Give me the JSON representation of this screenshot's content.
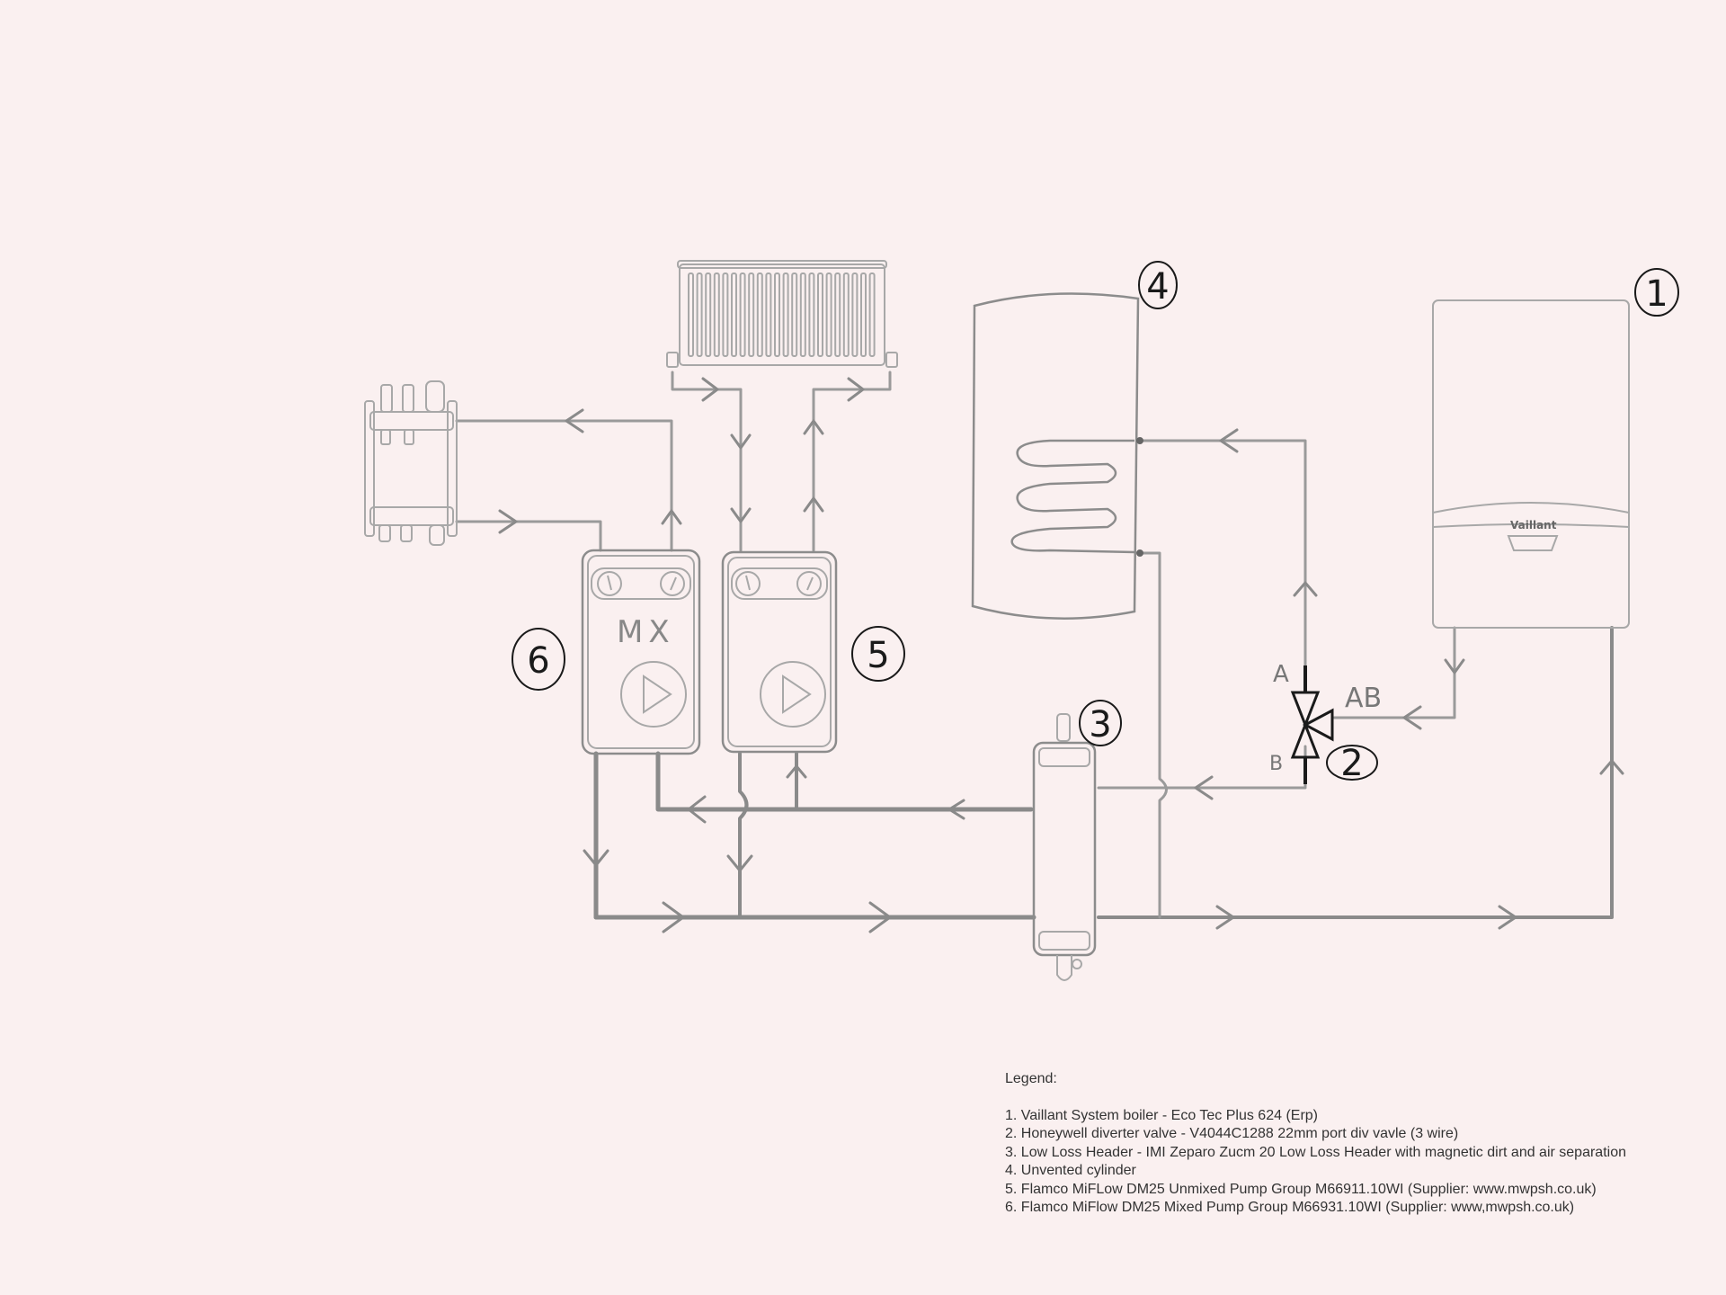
{
  "components": {
    "boiler": {
      "number": "1",
      "brand": "Vaillant"
    },
    "diverter_valve": {
      "number": "2",
      "ports": {
        "a": "A",
        "b": "B",
        "ab": "AB"
      }
    },
    "low_loss_header": {
      "number": "3"
    },
    "cylinder": {
      "number": "4"
    },
    "unmixed_pump": {
      "number": "5"
    },
    "mixed_pump": {
      "number": "6",
      "label": "MX"
    }
  },
  "legend": {
    "title": "Legend:",
    "items": [
      "1. Vaillant System boiler - Eco Tec Plus 624 (Erp)",
      "2. Honeywell diverter valve - V4044C1288 22mm port div vavle (3 wire)",
      "3.  Low Loss Header - IMI Zeparo Zucm 20 Low Loss Header with magnetic dirt and air separation",
      "4. Unvented cylinder",
      "5. Flamco MiFLow DM25 Unmixed Pump Group M66911.10WI  (Supplier: www.mwpsh.co.uk)",
      "6. Flamco MiFlow DM25  Mixed Pump Group M66931.10WI (Supplier: www,mwpsh.co.uk)"
    ]
  }
}
